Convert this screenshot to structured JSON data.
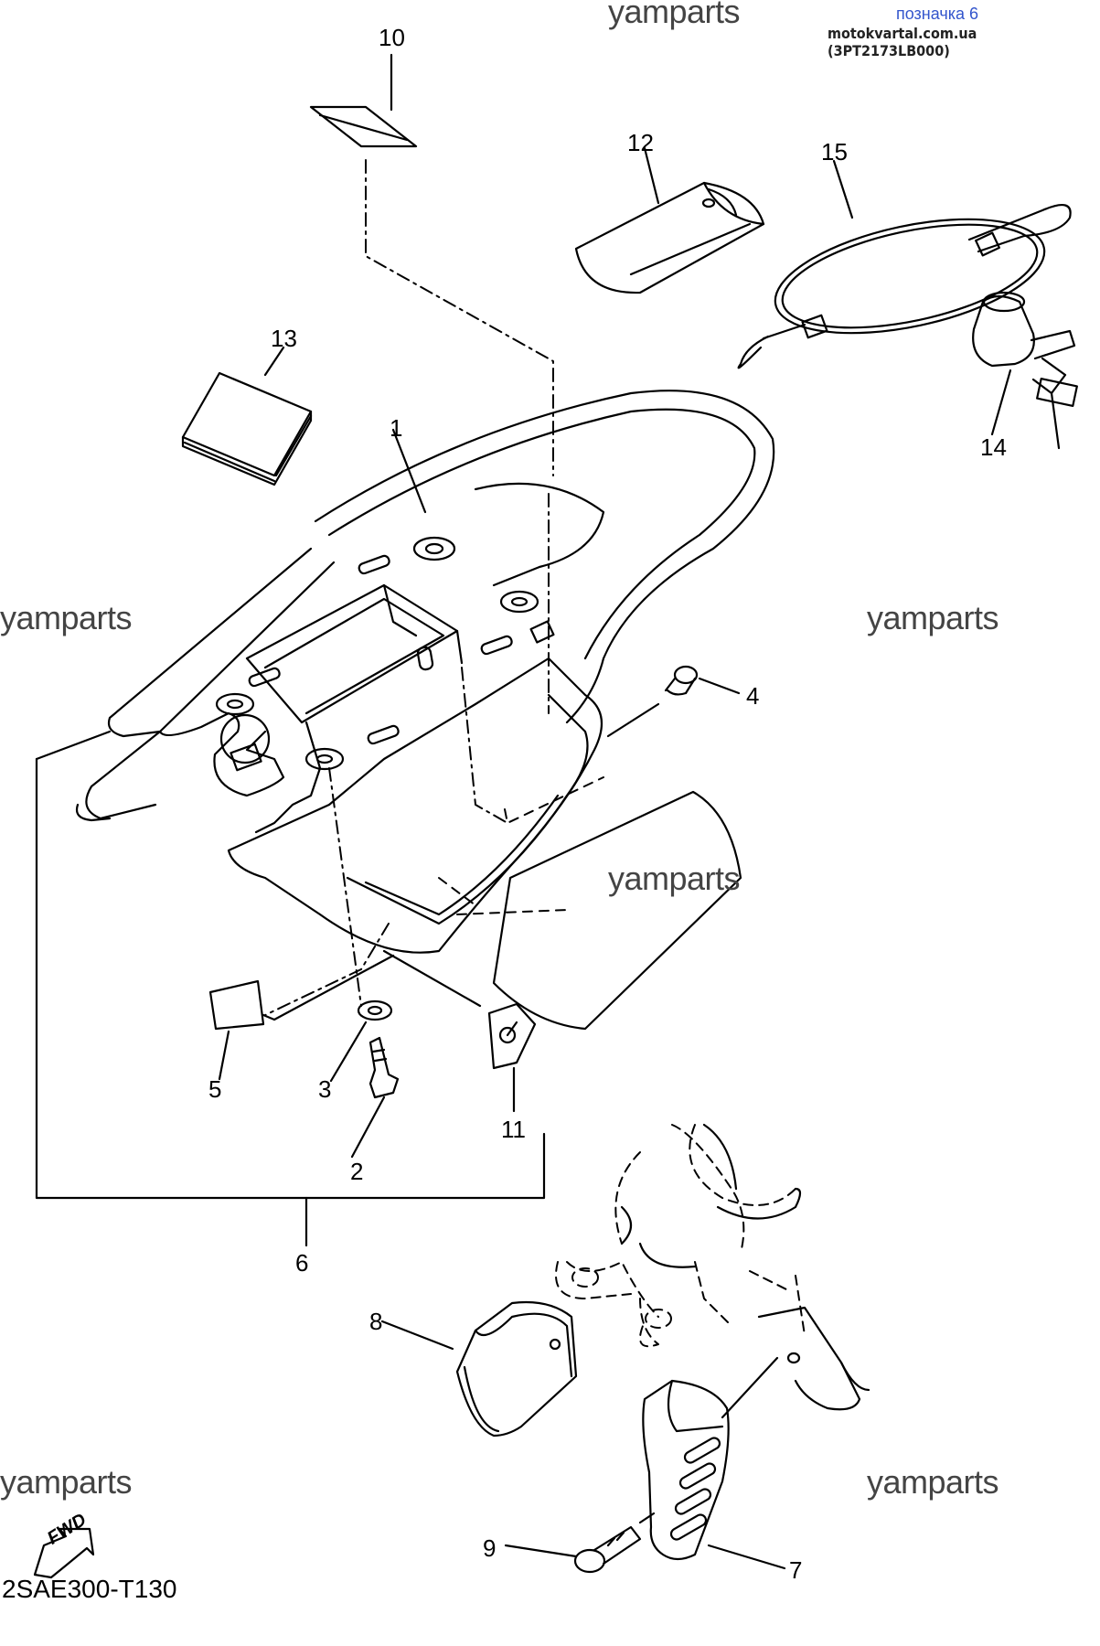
{
  "header": {
    "title": "позначка 6",
    "site": "motokvartal.com.ua (3PT2173LB000)"
  },
  "watermarks": [
    "yamparts",
    "yamparts",
    "yamparts",
    "yamparts",
    "yamparts",
    "yamparts"
  ],
  "callouts": {
    "n1": "1",
    "n2": "2",
    "n3": "3",
    "n4": "4",
    "n5": "5",
    "n6": "6",
    "n7": "7",
    "n8": "8",
    "n9": "9",
    "n10": "10",
    "n11": "11",
    "n12": "12",
    "n13": "13",
    "n14": "14",
    "n15": "15"
  },
  "fwd_label": "FWD",
  "diagram_code": "2SAE300-T130",
  "icons": {
    "fwd": "fwd-arrow-icon"
  }
}
